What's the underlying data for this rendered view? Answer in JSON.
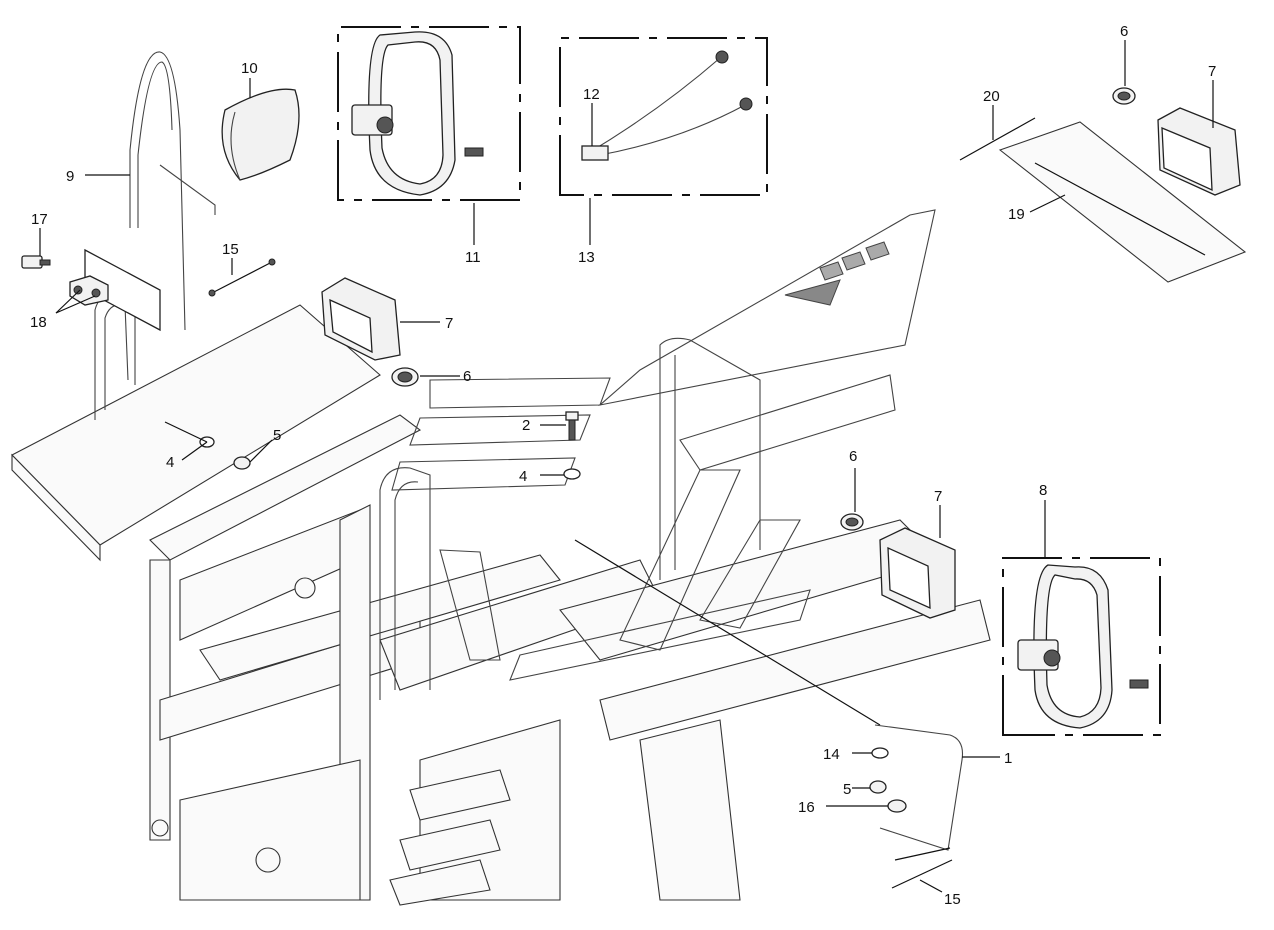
{
  "diagram": {
    "callouts": {
      "c1": "1",
      "c2": "2",
      "c4a": "4",
      "c4b": "4",
      "c5a": "5",
      "c5b": "5",
      "c6a": "6",
      "c6b": "6",
      "c6c": "6",
      "c7a": "7",
      "c7b": "7",
      "c7c": "7",
      "c8": "8",
      "c9": "9",
      "c10": "10",
      "c11": "11",
      "c12": "12",
      "c13": "13",
      "c14": "14",
      "c15a": "15",
      "c15b": "15",
      "c16": "16",
      "c17": "17",
      "c18": "18",
      "c19": "19",
      "c20": "20"
    }
  }
}
